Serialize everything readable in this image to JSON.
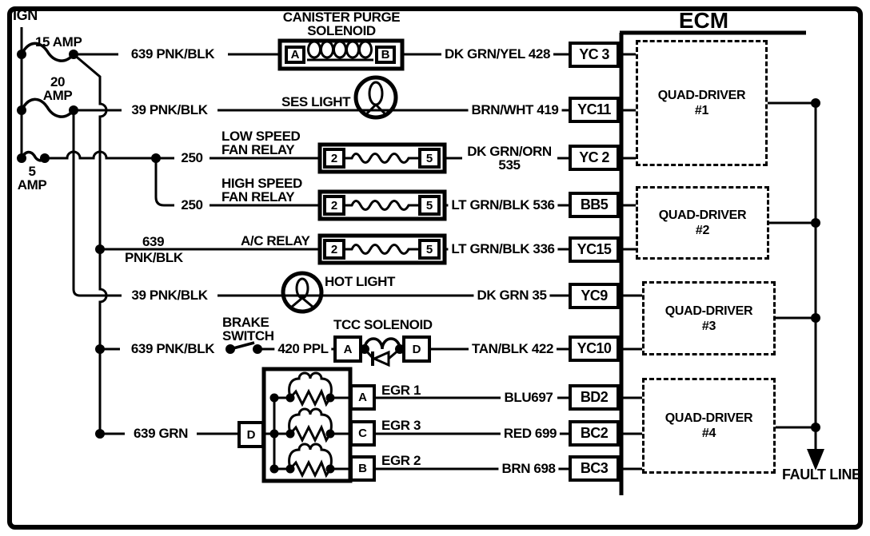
{
  "page": {
    "ecm_title": "ECM",
    "fault_line": "FAULT LINE"
  },
  "power": {
    "ign": "IGN",
    "fuse_15amp": "15 AMP",
    "fuse_20amp": {
      "line1": "20",
      "line2": "AMP"
    },
    "fuse_5amp": {
      "line1": "5",
      "line2": "AMP"
    }
  },
  "components": {
    "canister_purge": {
      "name1": "CANISTER PURGE",
      "name2": "SOLENOID",
      "term_left": "A",
      "term_right": "B"
    },
    "ses_light": {
      "name": "SES LIGHT"
    },
    "low_fan_relay": {
      "name1": "LOW SPEED",
      "name2": "FAN RELAY",
      "term_left": "2",
      "term_right": "5"
    },
    "high_fan_relay": {
      "name1": "HIGH SPEED",
      "name2": "FAN RELAY",
      "term_left": "2",
      "term_right": "5"
    },
    "ac_relay": {
      "name": "A/C RELAY",
      "term_left": "2",
      "term_right": "5"
    },
    "hot_light": {
      "name": "HOT LIGHT"
    },
    "brake_switch": {
      "name1": "BRAKE",
      "name2": "SWITCH"
    },
    "tcc_solenoid": {
      "name": "TCC SOLENOID",
      "term_left": "A",
      "term_right": "D"
    },
    "egr": {
      "term_in": "D",
      "term_top": "A",
      "term_mid": "C",
      "term_bot": "B",
      "out_top": "EGR 1",
      "out_mid": "EGR 3",
      "out_bot": "EGR 2"
    }
  },
  "wires": {
    "row1_feed": "639 PNK/BLK",
    "row1_out": "DK GRN/YEL 428",
    "row2_feed": "39 PNK/BLK",
    "row2_out": "BRN/WHT 419",
    "row3_feed": "250",
    "row3_out1": "DK GRN/ORN",
    "row3_out2": "535",
    "row4_feed": "250",
    "row4_out": "LT GRN/BLK 536",
    "row5_feed1": "639",
    "row5_feed2": "PNK/BLK",
    "row5_out": "LT GRN/BLK 336",
    "row6_feed": "39 PNK/BLK",
    "row6_out": "DK GRN 35",
    "row7_feed": "639 PNK/BLK",
    "row7_mid": "420 PPL",
    "row7_out": "TAN/BLK 422",
    "row8_out": "BLU697",
    "row9_feed": "639 GRN",
    "row9_out": "RED 699",
    "row10_out": "BRN 698"
  },
  "ecm_pins": [
    "YC 3",
    "YC11",
    "YC 2",
    "BB5",
    "YC15",
    "YC9",
    "YC10",
    "BD2",
    "BC2",
    "BC3"
  ],
  "quad_drivers": [
    {
      "name": "QUAD-DRIVER",
      "num": "#1"
    },
    {
      "name": "QUAD-DRIVER",
      "num": "#2"
    },
    {
      "name": "QUAD-DRIVER",
      "num": "#3"
    },
    {
      "name": "QUAD-DRIVER",
      "num": "#4"
    }
  ],
  "colors": {
    "ink": "#000000",
    "paper": "#ffffff"
  }
}
